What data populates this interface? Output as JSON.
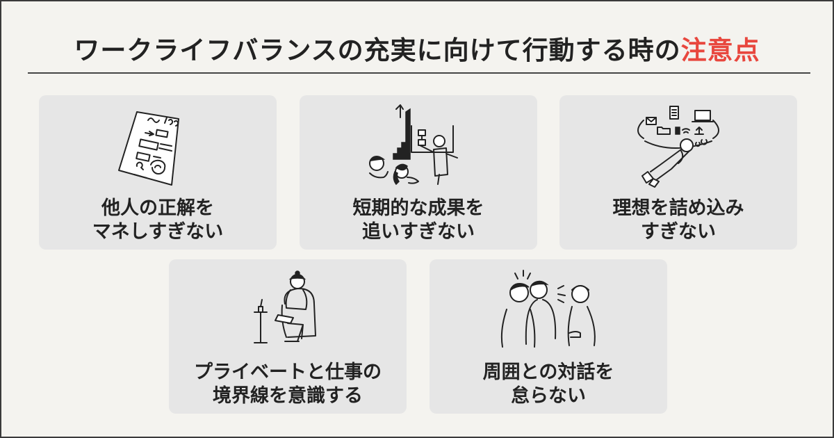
{
  "title": {
    "main": "ワークライフバランスの充実に向けて行動する時の",
    "accent": "注意点",
    "accent_color": "#e8473e"
  },
  "cards": [
    {
      "icon": "copying-checklist-icon",
      "line1": "他人の正解を",
      "line2": "マネしすぎない"
    },
    {
      "icon": "growth-chart-presentation-icon",
      "line1": "短期的な成果を",
      "line2": "追いすぎない"
    },
    {
      "icon": "relaxing-person-thoughts-icon",
      "line1": "理想を詰め込み",
      "line2": "すぎない"
    },
    {
      "icon": "person-laptop-chair-icon",
      "line1": "プライベートと仕事の",
      "line2": "境界線を意識する"
    },
    {
      "icon": "people-talking-icon",
      "line1": "周囲との対話を",
      "line2": "怠らない"
    }
  ]
}
